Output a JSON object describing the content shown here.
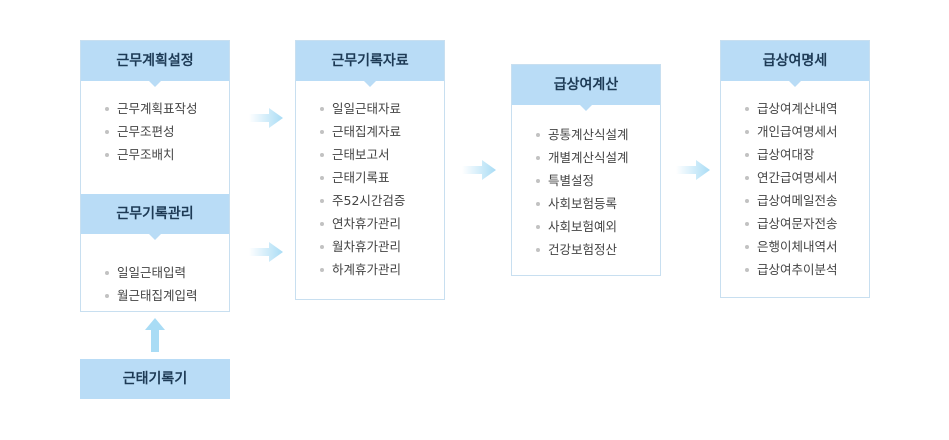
{
  "plan": {
    "title": "근무계획설정",
    "items": [
      "근무계획표작성",
      "근무조편성",
      "근무조배치"
    ]
  },
  "manage": {
    "title": "근무기록관리",
    "items": [
      "일일근태입력",
      "월근태집계입력"
    ]
  },
  "device": {
    "title": "근태기록기"
  },
  "records": {
    "title": "근무기록자료",
    "items": [
      "일일근태자료",
      "근태집계자료",
      "근태보고서",
      "근태기록표",
      "주52시간검증",
      "연차휴가관리",
      "월차휴가관리",
      "하계휴가관리"
    ]
  },
  "payroll": {
    "title": "급상여계산",
    "items": [
      "공통계산식설계",
      "개별계산식설계",
      "특별설정",
      "사회보험등록",
      "사회보험예외",
      "건강보험정산"
    ]
  },
  "statement": {
    "title": "급상여명세",
    "items": [
      "급상여계산내역",
      "개인급여명세서",
      "급상여대장",
      "연간급여명세서",
      "급상여메일전송",
      "급상여문자전송",
      "은행이체내역서",
      "급상여추이분석"
    ]
  },
  "colors": {
    "header": "#b9dcf6",
    "border": "#c8dff0",
    "arrow": "#a9dcf5"
  }
}
